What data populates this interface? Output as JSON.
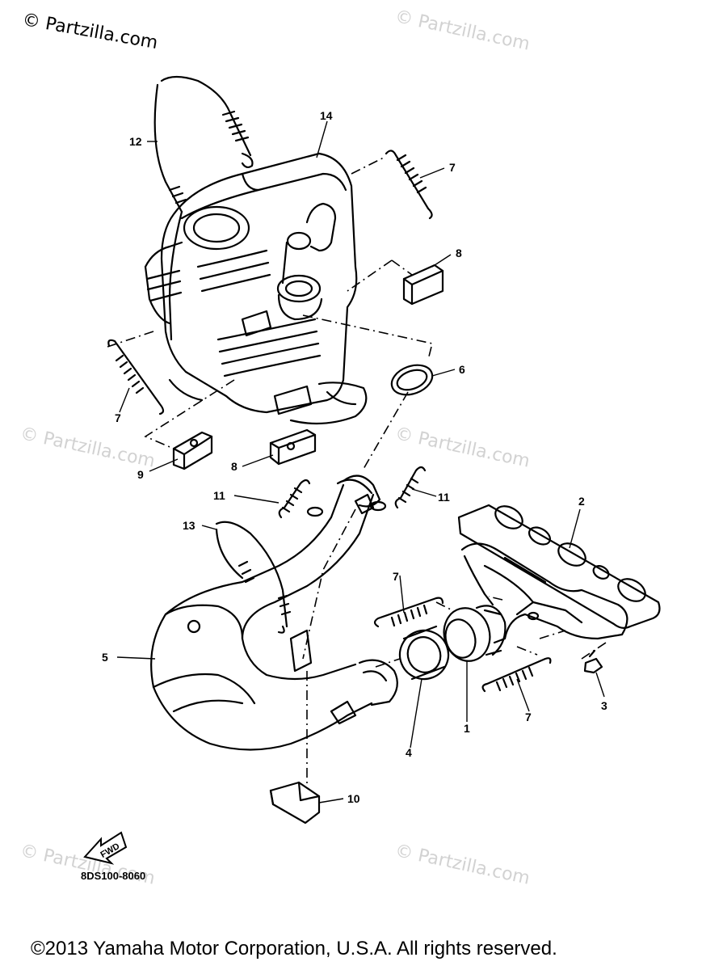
{
  "watermark": {
    "top_left": "© Partzilla.com",
    "repeat": "© Partzilla.com"
  },
  "diagram": {
    "part_number": "8DS100-8060",
    "fwd_label": "FWD",
    "callouts": [
      "1",
      "2",
      "3",
      "4",
      "5",
      "6",
      "7",
      "7",
      "7",
      "7",
      "8",
      "8",
      "9",
      "10",
      "11",
      "11",
      "12",
      "13",
      "14"
    ]
  },
  "footer": {
    "copyright": "©2013 Yamaha Motor Corporation, U.S.A. All rights reserved."
  }
}
